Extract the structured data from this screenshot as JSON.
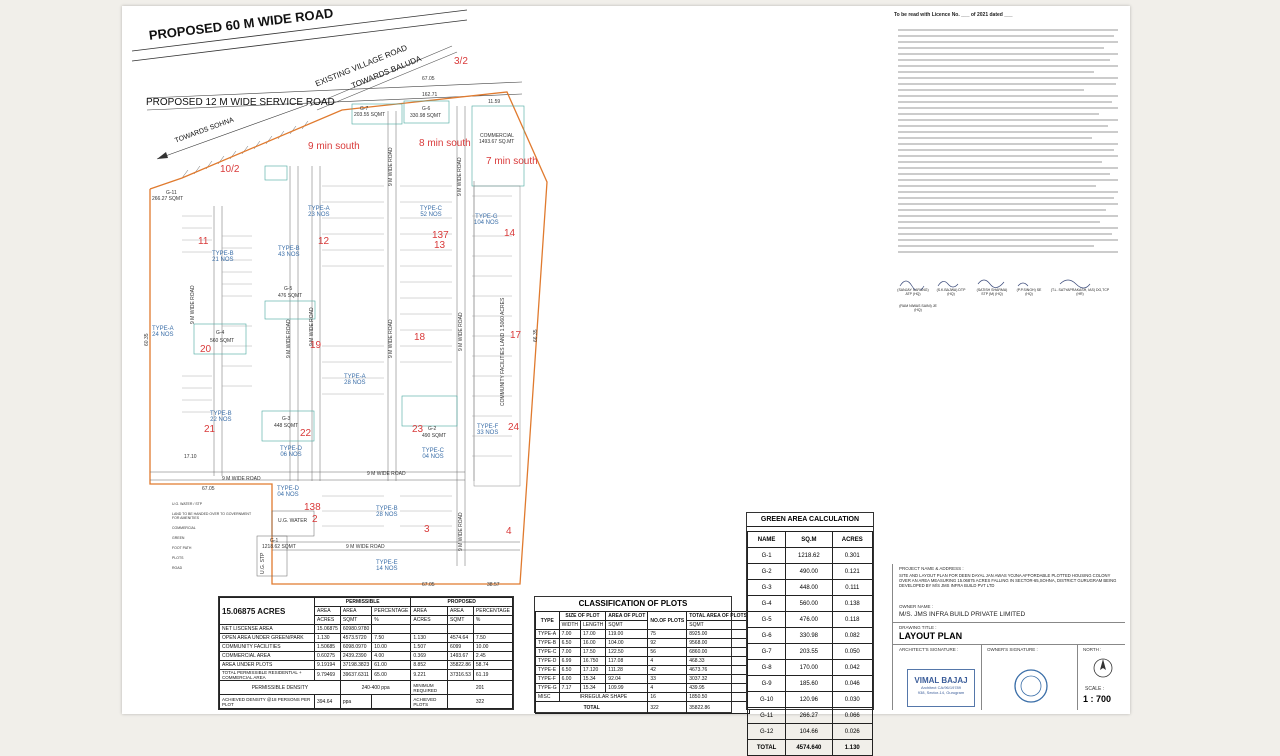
{
  "roads": {
    "main": "PROPOSED 60 M WIDE ROAD",
    "service": "PROPOSED 12 M  WIDE SERVICE ROAD",
    "village": "EXISTING VILLAGE ROAD",
    "baluda": "TOWARDS BALUDA",
    "sohna": "TOWARDS SOHNA",
    "internal": "9 M WIDE ROAD"
  },
  "site": {
    "community": "COMMUNITY FACILITIES LAND 1.5060 ACRES",
    "commercial": "COMMERCIAL",
    "commercial_area": "1493.67 SQ.MT",
    "ugwater": "U.G. WATER",
    "stp": "U.G. STP"
  },
  "greens": [
    {
      "label": "G-11",
      "area": "266.27 SQMT"
    },
    {
      "label": "G-7",
      "area": "203.55 SQMT"
    },
    {
      "label": "G-6",
      "area": "330.98 SQMT"
    },
    {
      "label": "G-5",
      "area": "476 SQMT"
    },
    {
      "label": "G-4",
      "area": "560 SQMT"
    },
    {
      "label": "G-3",
      "area": "448 SQMT"
    },
    {
      "label": "G-2",
      "area": "490 SQMT"
    },
    {
      "label": "G-1",
      "area": "1218.62 SQMT"
    }
  ],
  "types": [
    {
      "name": "TYPE-A",
      "count": "23 NOS"
    },
    {
      "name": "TYPE-C",
      "count": "52 NOS"
    },
    {
      "name": "TYPE-G",
      "count": "104 NOS"
    },
    {
      "name": "TYPE-B",
      "count": "21 NOS"
    },
    {
      "name": "TYPE-B",
      "count": "43 NOS"
    },
    {
      "name": "TYPE-A",
      "count": "24 NOS"
    },
    {
      "name": "TYPE-A",
      "count": "28 NOS"
    },
    {
      "name": "TYPE-B",
      "count": "22 NOS"
    },
    {
      "name": "TYPE-F",
      "count": "33 NOS"
    },
    {
      "name": "TYPE-C",
      "count": "04 NOS"
    },
    {
      "name": "TYPE-D",
      "count": "06 NOS"
    },
    {
      "name": "TYPE-D",
      "count": "04 NOS"
    },
    {
      "name": "TYPE-B",
      "count": "28 NOS"
    },
    {
      "name": "TYPE-E",
      "count": "14 NOS"
    }
  ],
  "walk": [
    "9 min south",
    "8 min south",
    "7 min south"
  ],
  "sectors": [
    "3/2",
    "10/2",
    "11",
    "12",
    "137",
    "13",
    "14",
    "18",
    "17",
    "19",
    "20",
    "21",
    "22",
    "23",
    "24",
    "138",
    "2",
    "3",
    "4"
  ],
  "dims": [
    "67.05",
    "11.59",
    "162.71",
    "38.57",
    "66.35",
    "60.35",
    "17.10"
  ],
  "permissible": {
    "acres": "15.06875 ACRES",
    "head": [
      "PERMISSIBLE",
      "PROPOSED"
    ],
    "sub": [
      "AREA",
      "AREA",
      "PERCENTAGE",
      "AREA",
      "AREA",
      "PERCENTAGE"
    ],
    "units": [
      "ACRES",
      "SQMT",
      "%",
      "ACRES",
      "SQMT",
      "%"
    ],
    "rows": [
      [
        "NET LISCENSE AREA",
        "15.06875",
        "60980.9780",
        "",
        "",
        "",
        ""
      ],
      [
        "OPEN AREA UNDER GREEN/PARK",
        "1.130",
        "4573.5720",
        "7.50",
        "1.130",
        "4574.64",
        "7.50"
      ],
      [
        "COMMUNITY FACILITIES",
        "1.50685",
        "6098.0970",
        "10.00",
        "1.507",
        "6099",
        "10.00"
      ],
      [
        "COMMERCIAL AREA",
        "0.60275",
        "2439.2390",
        "4.00",
        "0.369",
        "1493.67",
        "2.45"
      ],
      [
        "AREA UNDER PLOTS",
        "9.19194",
        "37198.3823",
        "61.00",
        "8.852",
        "35822.86",
        "58.74"
      ],
      [
        "TOTAL PERMISSIBLE RESIDENTIAL + COMMERCIAL AREA",
        "9.79469",
        "39637.6311",
        "65.00",
        "9.221",
        "37316.53",
        "61.19"
      ]
    ],
    "density_label": "PERMISSIBLE DENSITY",
    "density_val": "240-400 ppa",
    "min_req": "MINIMUM REQUIRED",
    "min_val": "201",
    "achieved_label": "ACHIEVED DENSITY @18 PERSONS PER PLOT",
    "achieved_val": "394.64",
    "achieved_unit": "ppa",
    "achieved_plots_label": "ACHIEVED PLOTS",
    "achieved_plots": "322"
  },
  "classification": {
    "title": "CLASSIFICATION OF PLOTS",
    "head": [
      "TYPE",
      "SIZE OF PLOT",
      "AREA OF PLOT",
      "NO.OF PLOTS",
      "TOTAL AREA OF PLOTS"
    ],
    "sub": [
      "WIDTH",
      "LENGTH",
      "SQMT"
    ],
    "rows": [
      [
        "TYPE-A",
        "7.00",
        "17.00",
        "119.00",
        "75",
        "8925.00"
      ],
      [
        "TYPE-B",
        "6.50",
        "16.00",
        "104.00",
        "92",
        "9568.00"
      ],
      [
        "TYPE-C",
        "7.00",
        "17.50",
        "122.50",
        "56",
        "6860.00"
      ],
      [
        "TYPE-D",
        "6.99",
        "16.750",
        "117.08",
        "4",
        "468.33"
      ],
      [
        "TYPE-E",
        "6.50",
        "17.120",
        "111.28",
        "42",
        "4673.76"
      ],
      [
        "TYPE-F",
        "6.00",
        "15.34",
        "92.04",
        "33",
        "3037.32"
      ],
      [
        "TYPE-G",
        "7.17",
        "15.34",
        "109.99",
        "4",
        "439.95"
      ]
    ],
    "misc": [
      "MISC",
      "IRREGULAR SHAPE",
      "16",
      "1850.50"
    ],
    "total": [
      "TOTAL",
      "322",
      "35822.86"
    ]
  },
  "green_calc": {
    "title": "GREEN AREA CALCULATION",
    "head": [
      "NAME",
      "SQ.M",
      "ACRES"
    ],
    "rows": [
      [
        "G-1",
        "1218.62",
        "0.301"
      ],
      [
        "G-2",
        "490.00",
        "0.121"
      ],
      [
        "G-3",
        "448.00",
        "0.111"
      ],
      [
        "G-4",
        "560.00",
        "0.138"
      ],
      [
        "G-5",
        "476.00",
        "0.118"
      ],
      [
        "G-6",
        "330.98",
        "0.082"
      ],
      [
        "G-7",
        "203.55",
        "0.050"
      ],
      [
        "G-8",
        "170.00",
        "0.042"
      ],
      [
        "G-9",
        "185.60",
        "0.046"
      ],
      [
        "G-10",
        "120.96",
        "0.030"
      ],
      [
        "G-11",
        "266.27",
        "0.066"
      ],
      [
        "G-12",
        "104.66",
        "0.026"
      ]
    ],
    "total": [
      "TOTAL",
      "4574.640",
      "1.130"
    ]
  },
  "titleblock": {
    "project_label": "PROJECT NAME & ADDRESS :",
    "project": "SITE AND LAYOUT PLAN FOR DEEN DAYAL JAN AWAS YOJNA AFFORDABLE PLOTTED HOUSING COLONY OVER AN AREA MEASURING 15.06875 ACRES FALLING IN SECTOR-65,SOHNA, DISTRICT GURUGRAM BEING DEVELOPED BY M/S JMS INFRA BUILD PVT LTD",
    "owner_label": "OWNER NAME :",
    "owner": "M/S. JMS INFRA BUILD PRIVATE LIMITED",
    "drawing_label": "DRAWING TITLE :",
    "drawing": "LAYOUT PLAN",
    "architect_label": "ARCHITECT'S SIGNATURE :",
    "owner_sig_label": "OWNER'S SIGNATURE :",
    "north": "NORTH :",
    "scale_label": "SCALE :",
    "scale": "1 : 700",
    "architect_name": "VIMAL BAJAJ",
    "architect_reg": "Architect CA/96/19789",
    "architect_addr": "938, Sector-14, Gurugram"
  },
  "approval": {
    "heading": "To be read with Licence No. ___ of 2021 dated ___",
    "sigs": [
      "(SANJAY SARANG) ATP (HQ)",
      "(S.K.BAJWA) DTP (HQ)",
      "(SATISH SHARMA) STP (M) (HQ)",
      "(P.P.SINGH) SE (HQ)",
      "(T.L. SATYAPRAKASH, IAS) DG,TCP (HR)",
      "(RAM NIWAS SAINI) JE (HQ)"
    ]
  },
  "legend": [
    "U.G. WATER / STP",
    "LAND TO BE HANDED OVER TO GOVERNMENT FOR AMENITIES",
    "COMMERCIAL",
    "GREEN",
    "FOOT PATH",
    "PLOTS",
    "ROAD"
  ]
}
